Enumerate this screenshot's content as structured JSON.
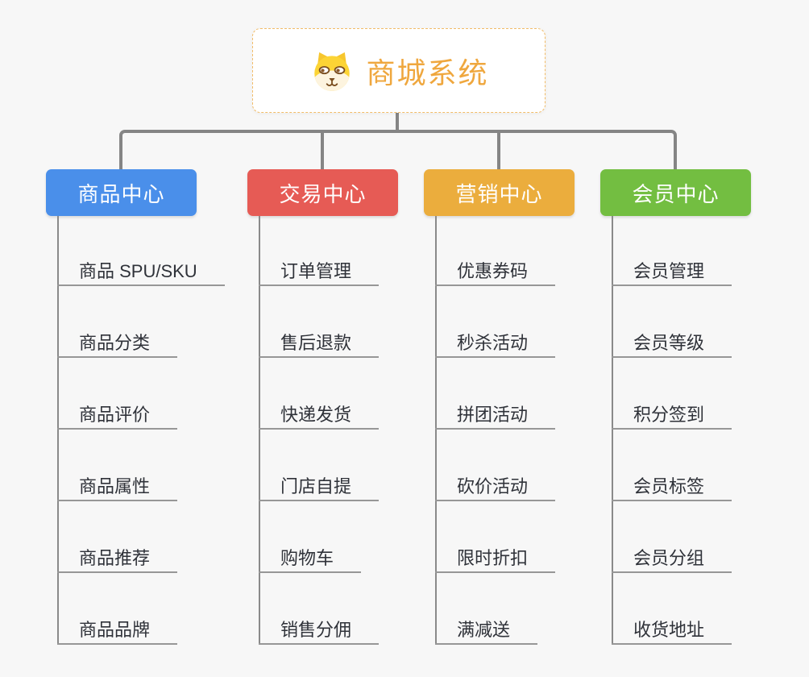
{
  "root": {
    "title": "商城系统",
    "icon": "dog-mascot-icon"
  },
  "colors": {
    "background": "#F7F7F7",
    "connector": "#858585",
    "leaf_underline": "#979797",
    "leaf_text": "#2F3239",
    "root_border": "#F2BC68",
    "root_title": "#EFA73E"
  },
  "branches": [
    {
      "label": "商品中心",
      "color": "#4A8FEA",
      "items": [
        "商品 SPU/SKU",
        "商品分类",
        "商品评价",
        "商品属性",
        "商品推荐",
        "商品品牌"
      ]
    },
    {
      "label": "交易中心",
      "color": "#E65B55",
      "items": [
        "订单管理",
        "售后退款",
        "快递发货",
        "门店自提",
        "购物车",
        "销售分佣"
      ]
    },
    {
      "label": "营销中心",
      "color": "#EBAD3D",
      "items": [
        "优惠券码",
        "秒杀活动",
        "拼团活动",
        "砍价活动",
        "限时折扣",
        "满减送"
      ]
    },
    {
      "label": "会员中心",
      "color": "#73BE41",
      "items": [
        "会员管理",
        "会员等级",
        "积分签到",
        "会员标签",
        "会员分组",
        "收货地址"
      ]
    }
  ]
}
